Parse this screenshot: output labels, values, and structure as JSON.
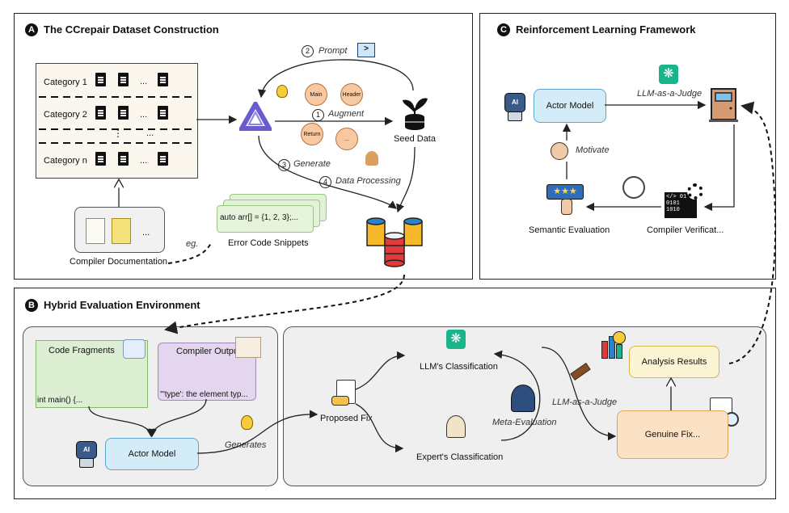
{
  "sections": {
    "a": {
      "letter": "A",
      "title": "The CCrepair Dataset Construction"
    },
    "b": {
      "letter": "B",
      "title": "Hybrid Evaluation Environment"
    },
    "c": {
      "letter": "C",
      "title": "Reinforcement Learning Framework"
    }
  },
  "panel_a": {
    "categories": [
      "Category 1",
      "Category 2",
      "Category n"
    ],
    "ellipsis": "...",
    "vdots": "⋮",
    "compiler_doc": "Compiler Documentation",
    "eg": "eg.",
    "snippet_text": "auto arr[] = {1, 2, 3};...",
    "snippets_label": "Error Code Snippets",
    "steps": [
      {
        "num": "2",
        "label": "Prompt"
      },
      {
        "num": "1",
        "label": "Augment"
      },
      {
        "num": "3",
        "label": "Generate"
      },
      {
        "num": "4",
        "label": "Data Processing"
      }
    ],
    "circles": [
      "Main",
      "Header",
      "Return",
      "..."
    ],
    "seed": "Seed Data"
  },
  "panel_c": {
    "actor": "Actor Model",
    "llm_judge": "LLM-as-a-Judge",
    "motivate": "Motivate",
    "semantic": "Semantic Evaluation",
    "compiler": "Compiler Verificat...",
    "robot_label": "AI"
  },
  "panel_b": {
    "code_fragments": "Code Fragments",
    "code_sample": "int main() {...",
    "compiler_output": "Compiler Output",
    "compiler_sample": "'''type': the element typ...",
    "actor": "Actor Model",
    "generates": "Generates",
    "proposed_fix": "Proposed Fix",
    "llm_class": "LLM's Classification",
    "expert_class": "Expert's Classification",
    "meta_eval": "Meta-Evaluation",
    "llm_judge": "LLM-as-a-Judge",
    "analysis": "Analysis Results",
    "genuine": "Genuine Fix...",
    "robot_label": "AI"
  },
  "colors": {
    "actor_fill": "#d4ecf7",
    "actor_border": "#5aa7d0",
    "green_fill": "#dcefd3",
    "green_border": "#82b86a",
    "purple_fill": "#e4d6ef",
    "purple_border": "#a286c2",
    "yellow_fill": "#fdf4d3",
    "yellow_border": "#d9b44a",
    "orange_fill": "#fbe2c5",
    "orange_border": "#e3a45a"
  }
}
